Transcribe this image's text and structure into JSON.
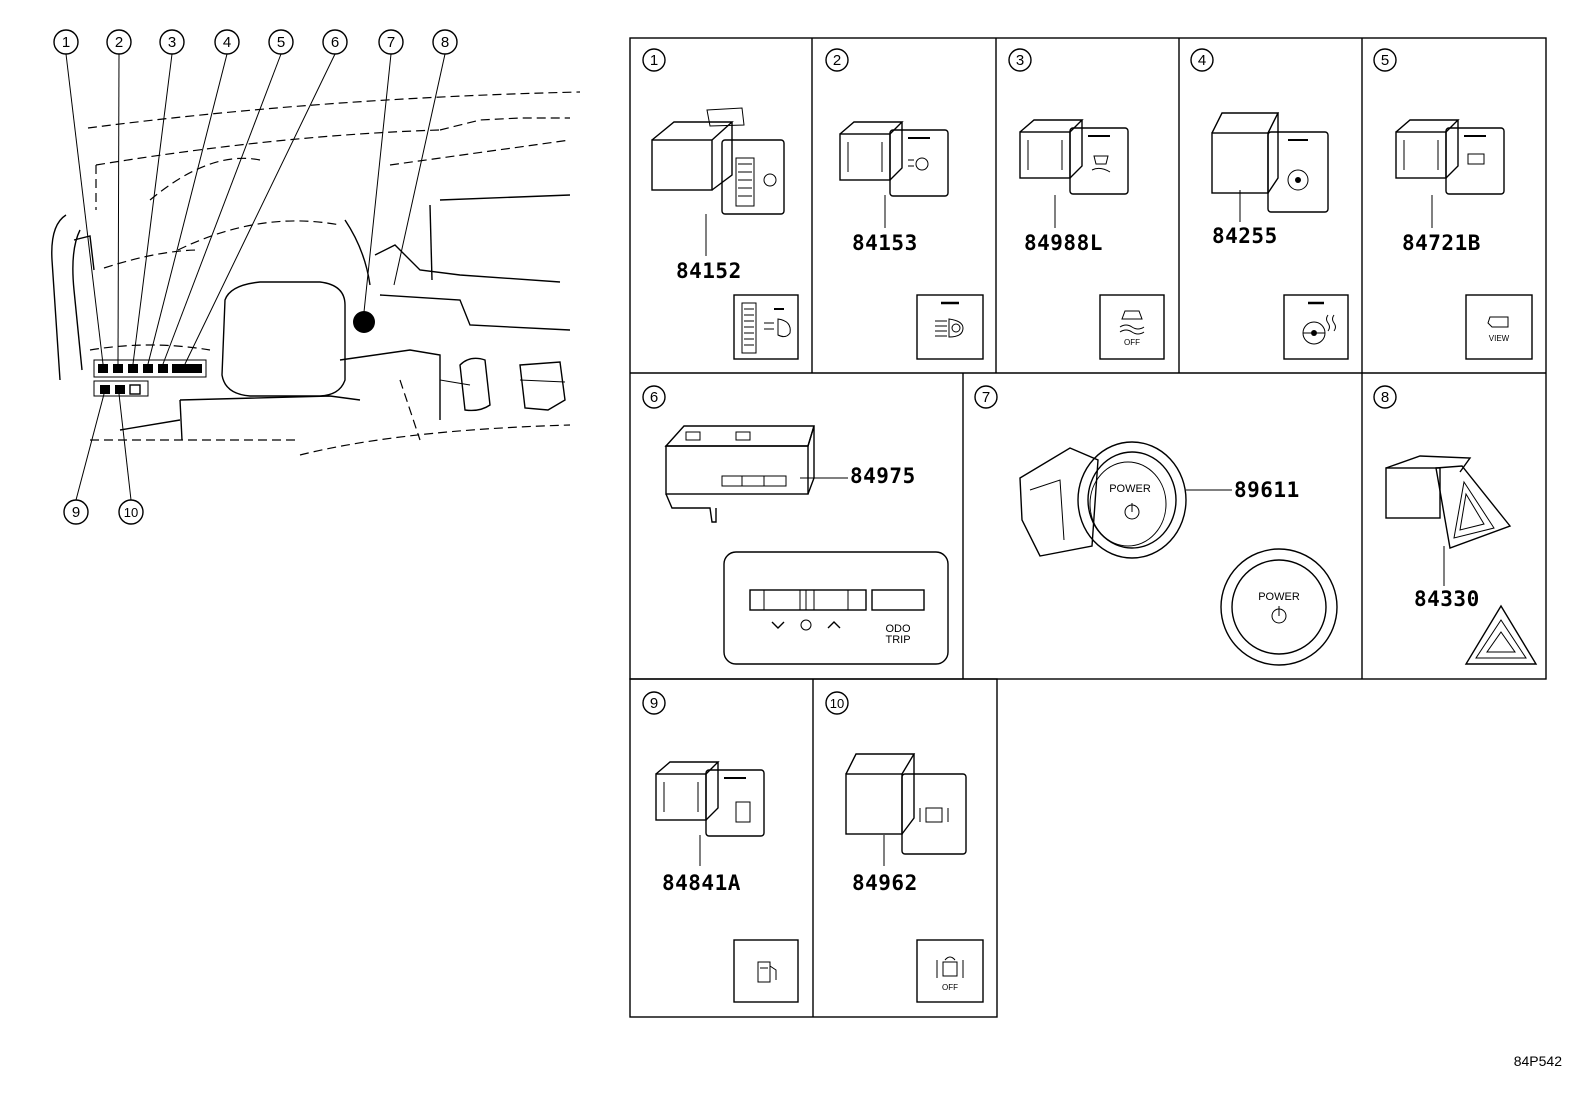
{
  "callouts": [
    "1",
    "2",
    "3",
    "4",
    "5",
    "6",
    "7",
    "8",
    "9",
    "10"
  ],
  "cells": [
    {
      "no": "1",
      "part": "84152",
      "symbol": "headlamp-leveling-icon"
    },
    {
      "no": "2",
      "part": "84153",
      "symbol": "auto-high-beam-icon"
    },
    {
      "no": "3",
      "part": "84988L",
      "symbol": "traction-control-off-icon",
      "label": "OFF"
    },
    {
      "no": "4",
      "part": "84255",
      "symbol": "steering-heater-icon"
    },
    {
      "no": "5",
      "part": "84721B",
      "symbol": "camera-view-icon",
      "label": "VIEW"
    },
    {
      "no": "6",
      "part": "84975",
      "symbol": "panel-dimmer-icon",
      "label1": "ODO",
      "label2": "TRIP"
    },
    {
      "no": "7",
      "part": "89611",
      "symbol": "power-button-icon",
      "label": "POWER"
    },
    {
      "no": "8",
      "part": "84330",
      "symbol": "hazard-triangle-icon"
    },
    {
      "no": "9",
      "part": "84841A",
      "symbol": "fuel-door-icon"
    },
    {
      "no": "10",
      "part": "84962",
      "symbol": "suspension-off-icon",
      "label": "OFF"
    }
  ],
  "diagram_code": "84P542"
}
